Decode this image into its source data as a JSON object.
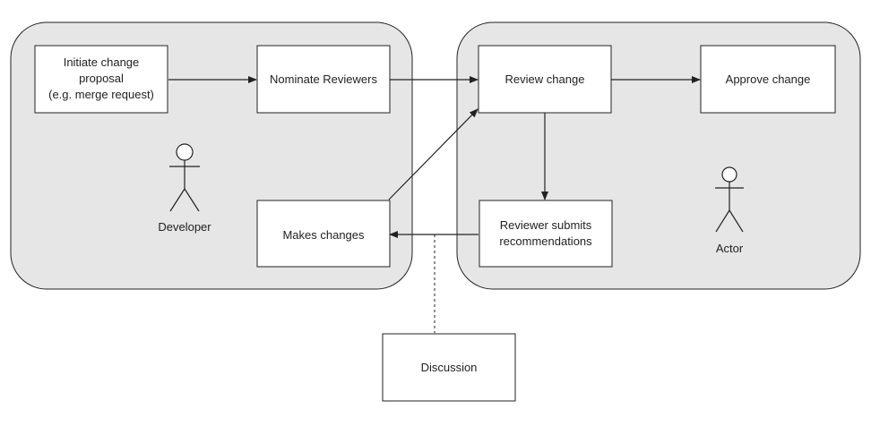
{
  "colors": {
    "swimlane_fill": "#e6e6e6",
    "stroke": "#222222",
    "box_fill": "#ffffff",
    "text": "#222222"
  },
  "lanes": {
    "developer": {
      "label": "Developer"
    },
    "reviewer": {
      "label": "Actor"
    }
  },
  "nodes": {
    "initiate": {
      "line1": "Initiate change",
      "line2": "proposal",
      "line3": "(e.g. merge request)"
    },
    "nominate": {
      "label": "Nominate Reviewers"
    },
    "review": {
      "label": "Review change"
    },
    "approve": {
      "label": "Approve change"
    },
    "submits": {
      "line1": "Reviewer submits",
      "line2": "recommendations"
    },
    "makes": {
      "label": "Makes changes"
    },
    "discussion": {
      "label": "Discussion"
    }
  },
  "icons": {
    "developer_actor": "stick-figure",
    "reviewer_actor": "stick-figure"
  }
}
